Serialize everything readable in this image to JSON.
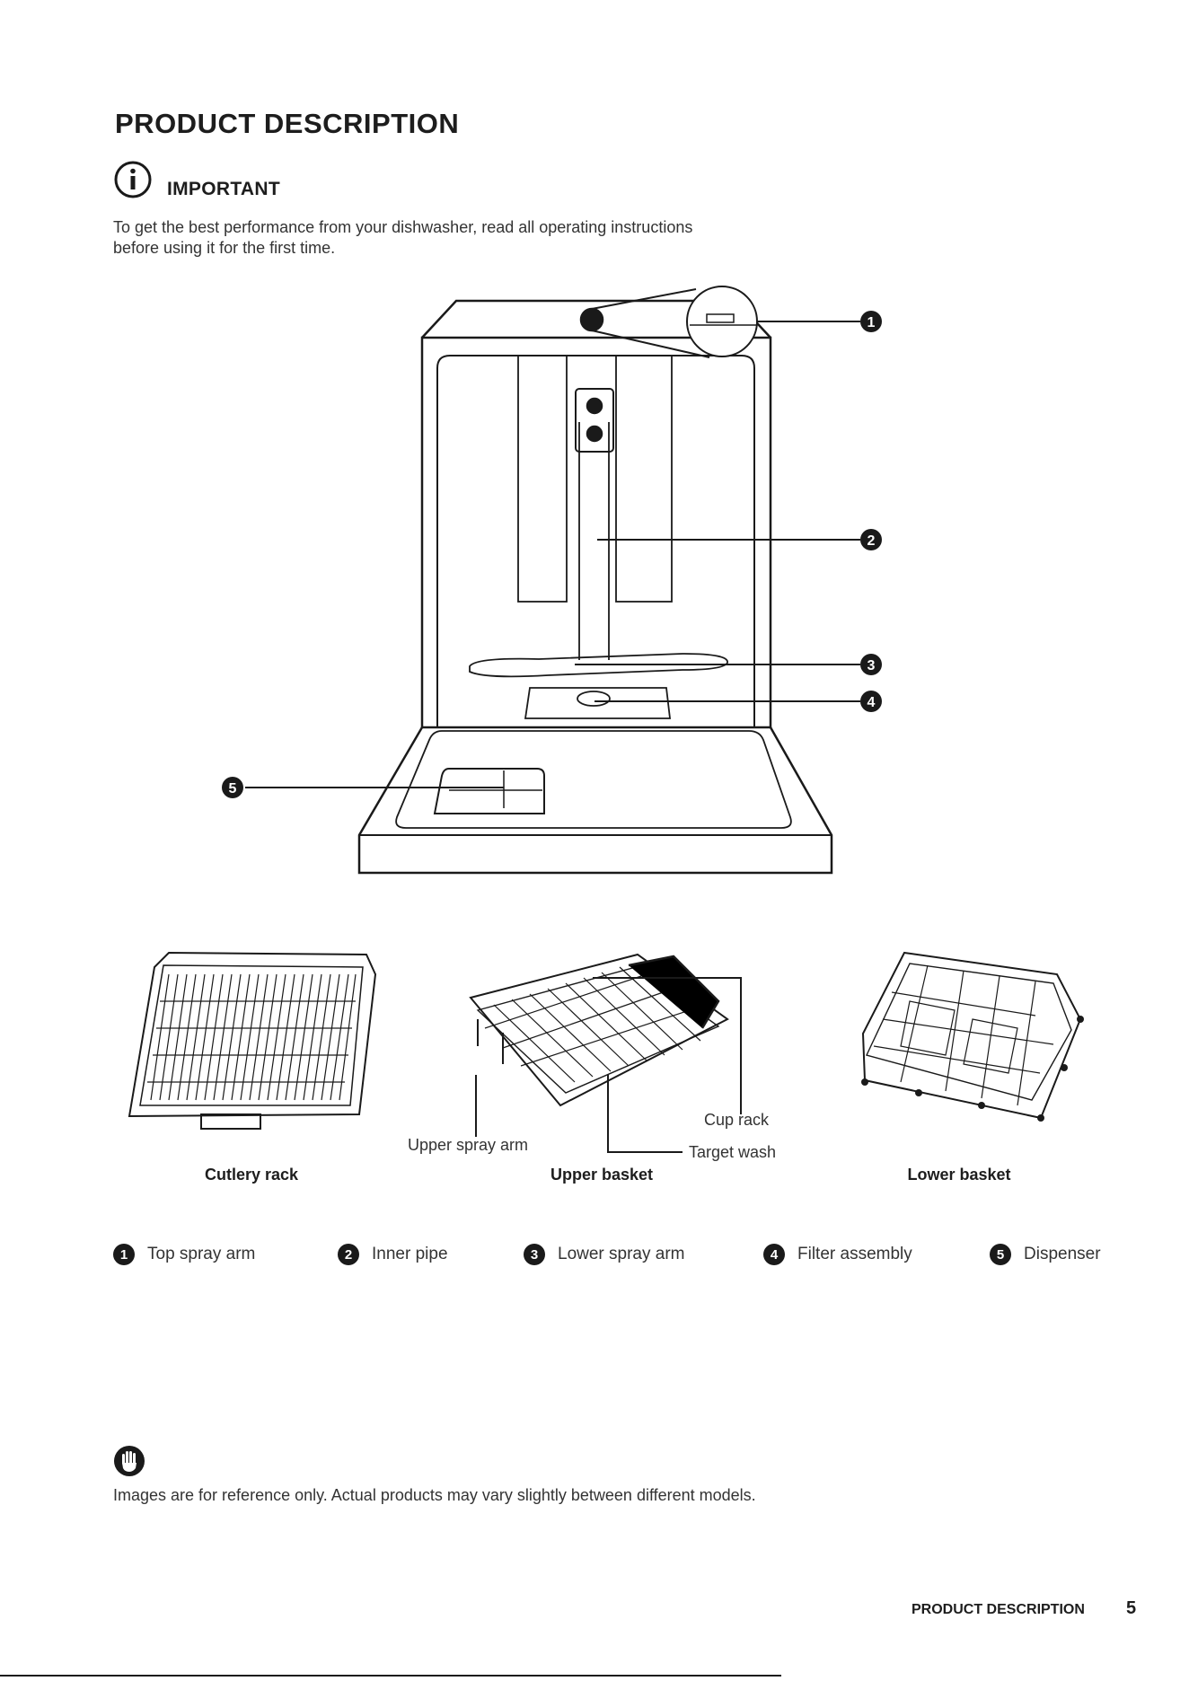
{
  "header": {
    "title": "PRODUCT DESCRIPTION",
    "important_label": "IMPORTANT",
    "intro_line1": "To get the best performance from your dishwasher, read all operating instructions",
    "intro_line2": "before using it for the first time."
  },
  "diagram": {
    "callouts": [
      "1",
      "2",
      "3",
      "4",
      "5"
    ]
  },
  "racks": {
    "cutlery_label": "Cutlery rack",
    "upper_label": "Upper basket",
    "lower_label": "Lower basket",
    "upper_spray_arm": "Upper spray arm",
    "cup_rack": "Cup rack",
    "target_wash": "Target wash"
  },
  "legend": [
    {
      "num": "1",
      "label": "Top spray arm"
    },
    {
      "num": "2",
      "label": "Inner pipe"
    },
    {
      "num": "3",
      "label": "Lower spray arm"
    },
    {
      "num": "4",
      "label": "Filter assembly"
    },
    {
      "num": "5",
      "label": "Dispenser"
    }
  ],
  "note": {
    "text": "Images are for reference only. Actual products may vary slightly between different models."
  },
  "footer": {
    "section": "PRODUCT DESCRIPTION",
    "page": "5"
  },
  "icons": {
    "info": "info-circle-icon",
    "caution": "hand-stop-icon"
  }
}
